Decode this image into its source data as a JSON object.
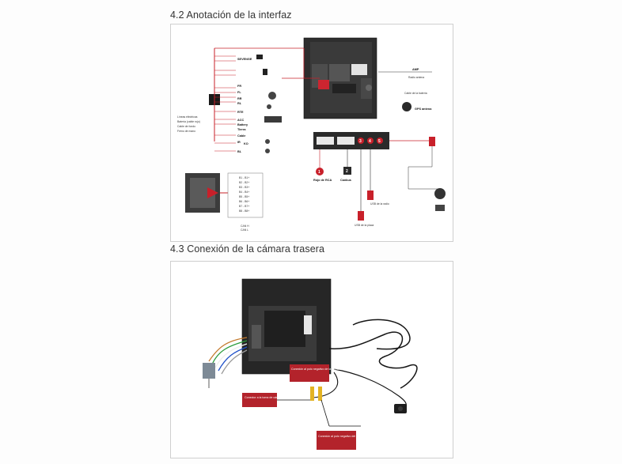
{
  "sections": [
    {
      "title": "4.2 Anotación de la interfaz"
    },
    {
      "title": "4.3 Conexión de la cámara trasera"
    }
  ],
  "interface_diagram": {
    "left_labels": [
      "SEVENGE",
      "FR",
      "FL",
      "RR",
      "RL",
      "RTE",
      "ACC",
      "Battery",
      "Tierra",
      "Cable",
      "IR",
      "KO",
      "BL"
    ],
    "left_notes": [
      "Líneas eléctricas",
      "Batería (cable rojo)",
      "Cable de fondo",
      "Freno de mano"
    ],
    "right_labels": [
      "AMP",
      "Radio antena",
      "Cable de la batería",
      "GPS antena"
    ],
    "bottom_labels": [
      "Rojo de RCA",
      "Canbus",
      "USB de la radio",
      "USB de la placa"
    ],
    "callout_numbers": [
      "1",
      "2",
      "3",
      "4",
      "5"
    ],
    "wire_table_rows": [
      "B1 - B1+",
      "B2 - B2+",
      "B3 - B3+",
      "B4 - B4+",
      "B5 - B5+",
      "B6 - B6+",
      "B7 - B7+",
      "B8 - B8+"
    ],
    "wire_table_notes": [
      "CAN H",
      "CAN L"
    ]
  },
  "camera_diagram": {
    "callouts": [
      "Conector a la toma de cámara de la parte trasera",
      "Conexión al polo negativo de la cámara trasera",
      "Conexión al polo negativo del cable de la cámara trasera"
    ]
  },
  "colors": {
    "accent_red": "#c8202a",
    "device_dark": "#2b2b2b",
    "callout_bg": "#b3232b"
  }
}
